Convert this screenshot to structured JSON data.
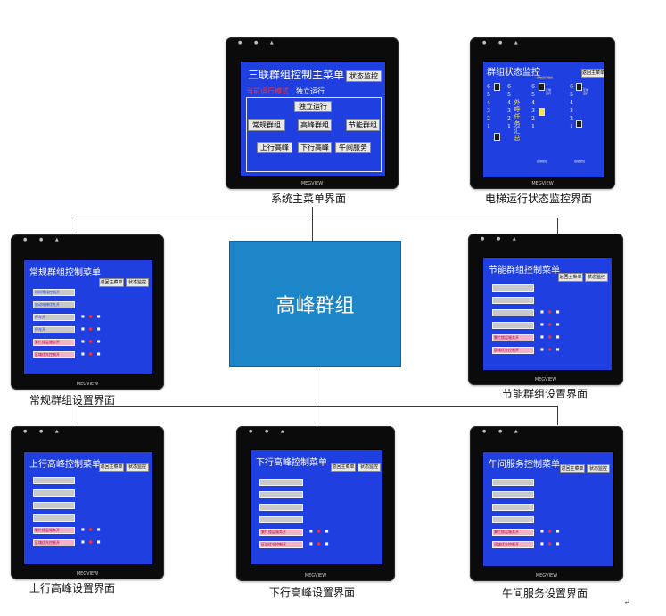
{
  "center": {
    "label": "高峰群组"
  },
  "device_brand": "MEGVIEW",
  "devices": {
    "main_menu": {
      "caption": "系统主菜单界面",
      "title": "三联群组控制主菜单",
      "status_button": "状态监控",
      "mode_label": "当前运行模式",
      "mode_value": "独立运行",
      "buttons": [
        "独立运行",
        "常规群组",
        "高峰群组",
        "节能群组",
        "上行高峰",
        "下行高峰",
        "午间服务"
      ]
    },
    "monitor": {
      "caption": "电梯运行状态监控界面",
      "title": "群组状态监控",
      "back_button": "返回主菜单",
      "mode_label": "当前运行模式",
      "floors": [
        "6",
        "5",
        "4",
        "3",
        "2",
        "1"
      ],
      "vertical_text": [
        "外",
        "呼",
        "任",
        "务",
        "汇",
        "总"
      ],
      "status_words": [
        "正常",
        "运行",
        "检修",
        "显示",
        "上行",
        "指示",
        "停止",
        "显示"
      ],
      "footer_word": "自动复位"
    },
    "normal_group": {
      "caption": "常规群组设置界面",
      "title": "常规群组控制菜单",
      "back_button": "返回主菜单",
      "status_button": "状态监控",
      "bars": [
        "时间等候控制开",
        "启动电梯优先开",
        "停车开",
        "停车开",
        "繁忙楼层服务开",
        "区域优先控制开"
      ]
    },
    "energy_group": {
      "caption": "节能群组设置界面",
      "title": "节能群组控制菜单",
      "back_button": "返回主菜单",
      "status_button": "状态监控",
      "bars": [
        "",
        "",
        "",
        "",
        "繁忙楼层服务开",
        "区域优先控制开"
      ]
    },
    "up_peak": {
      "caption": "上行高峰设置界面",
      "title": "上行高峰控制菜单",
      "back_button": "返回主菜单",
      "status_button": "状态监控",
      "bars": [
        "",
        "",
        "",
        "",
        "繁忙楼层服务开",
        "区域优先控制开"
      ]
    },
    "down_peak": {
      "caption": "下行高峰设置界面",
      "title": "下行高峰控制菜单",
      "back_button": "返回主菜单",
      "status_button": "状态监控",
      "bars": [
        "",
        "",
        "",
        "",
        "繁忙楼层服务开",
        "区域优先控制开"
      ]
    },
    "noon_service": {
      "caption": "午间服务设置界面",
      "title": "午间服务控制菜单",
      "back_button": "返回主菜单",
      "status_button": "状态监控",
      "bars": [
        "",
        "",
        "",
        "",
        "繁忙楼层服务开",
        "区域优先控制开"
      ]
    }
  },
  "colors": {
    "screen_blue": "#1f3fe0",
    "center_blue": "#1c86c9",
    "highlight_red": "#ff3030",
    "highlight_yellow": "#ffe14a"
  }
}
